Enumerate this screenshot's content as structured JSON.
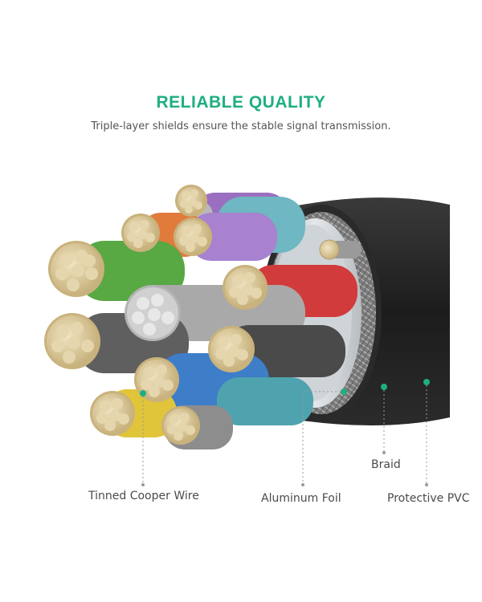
{
  "header": {
    "title": "RELIABLE QUALITY",
    "subtitle": "Triple-layer shields ensure the stable signal transmission."
  },
  "labels": {
    "tinned_copper_wire": "Tinned Cooper Wire",
    "aluminum_foil": "Aluminum Foil",
    "braid": "Braid",
    "protective_pvc": "Protective PVC"
  },
  "colors": {
    "accent": "#1fae82",
    "text": "#4a4a4a",
    "jacket": "#222222",
    "braid": "#8a8a8a",
    "foil": "#c9ced2",
    "wire_copper": "#d8c59a",
    "insulation": [
      "#9a6fc0",
      "#6fb7c2",
      "#d23b3b",
      "#3e7ec8",
      "#58a844",
      "#e07b3c",
      "#e0c43a",
      "#7a7a7a",
      "#a9a9a9"
    ]
  }
}
